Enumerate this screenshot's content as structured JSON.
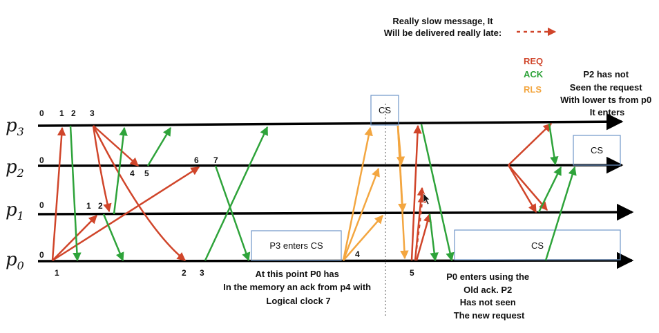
{
  "colors": {
    "req": "#d0452a",
    "ack": "#2ea33a",
    "rls": "#f3a640",
    "line": "#000000",
    "box": "#6f95c9"
  },
  "processes": [
    {
      "base": "p",
      "sub": "3"
    },
    {
      "base": "p",
      "sub": "2"
    },
    {
      "base": "p",
      "sub": "1"
    },
    {
      "base": "p",
      "sub": "0"
    }
  ],
  "legend": {
    "slow_line1": "Really slow message, It",
    "slow_line2": "Will be delivered really late:",
    "req": "REQ",
    "ack": "ACK",
    "rls": "RLS"
  },
  "notes": {
    "p2_not_seen": [
      "P2 has not",
      "Seen the request",
      "With lower ts from p0",
      "It enters"
    ],
    "p0_memory": [
      "At this point P0 has",
      "In the memory an ack from p4 with",
      "Logical clock 7"
    ],
    "p0_enters": [
      "P0 enters using the",
      "Old ack. P2",
      "Has not seen",
      "The new request"
    ]
  },
  "boxes": {
    "p3_cs": "CS",
    "p3_enters": "P3 enters CS",
    "p0_cs": "CS",
    "p2_cs": "CS"
  },
  "clock_labels": {
    "p3": [
      "0",
      "1",
      "2",
      "3"
    ],
    "p2": [
      "0",
      "4",
      "5",
      "6",
      "7"
    ],
    "p1": [
      "0",
      "1",
      "2"
    ],
    "p0": [
      "0",
      "1",
      "2",
      "3",
      "4",
      "5"
    ]
  }
}
